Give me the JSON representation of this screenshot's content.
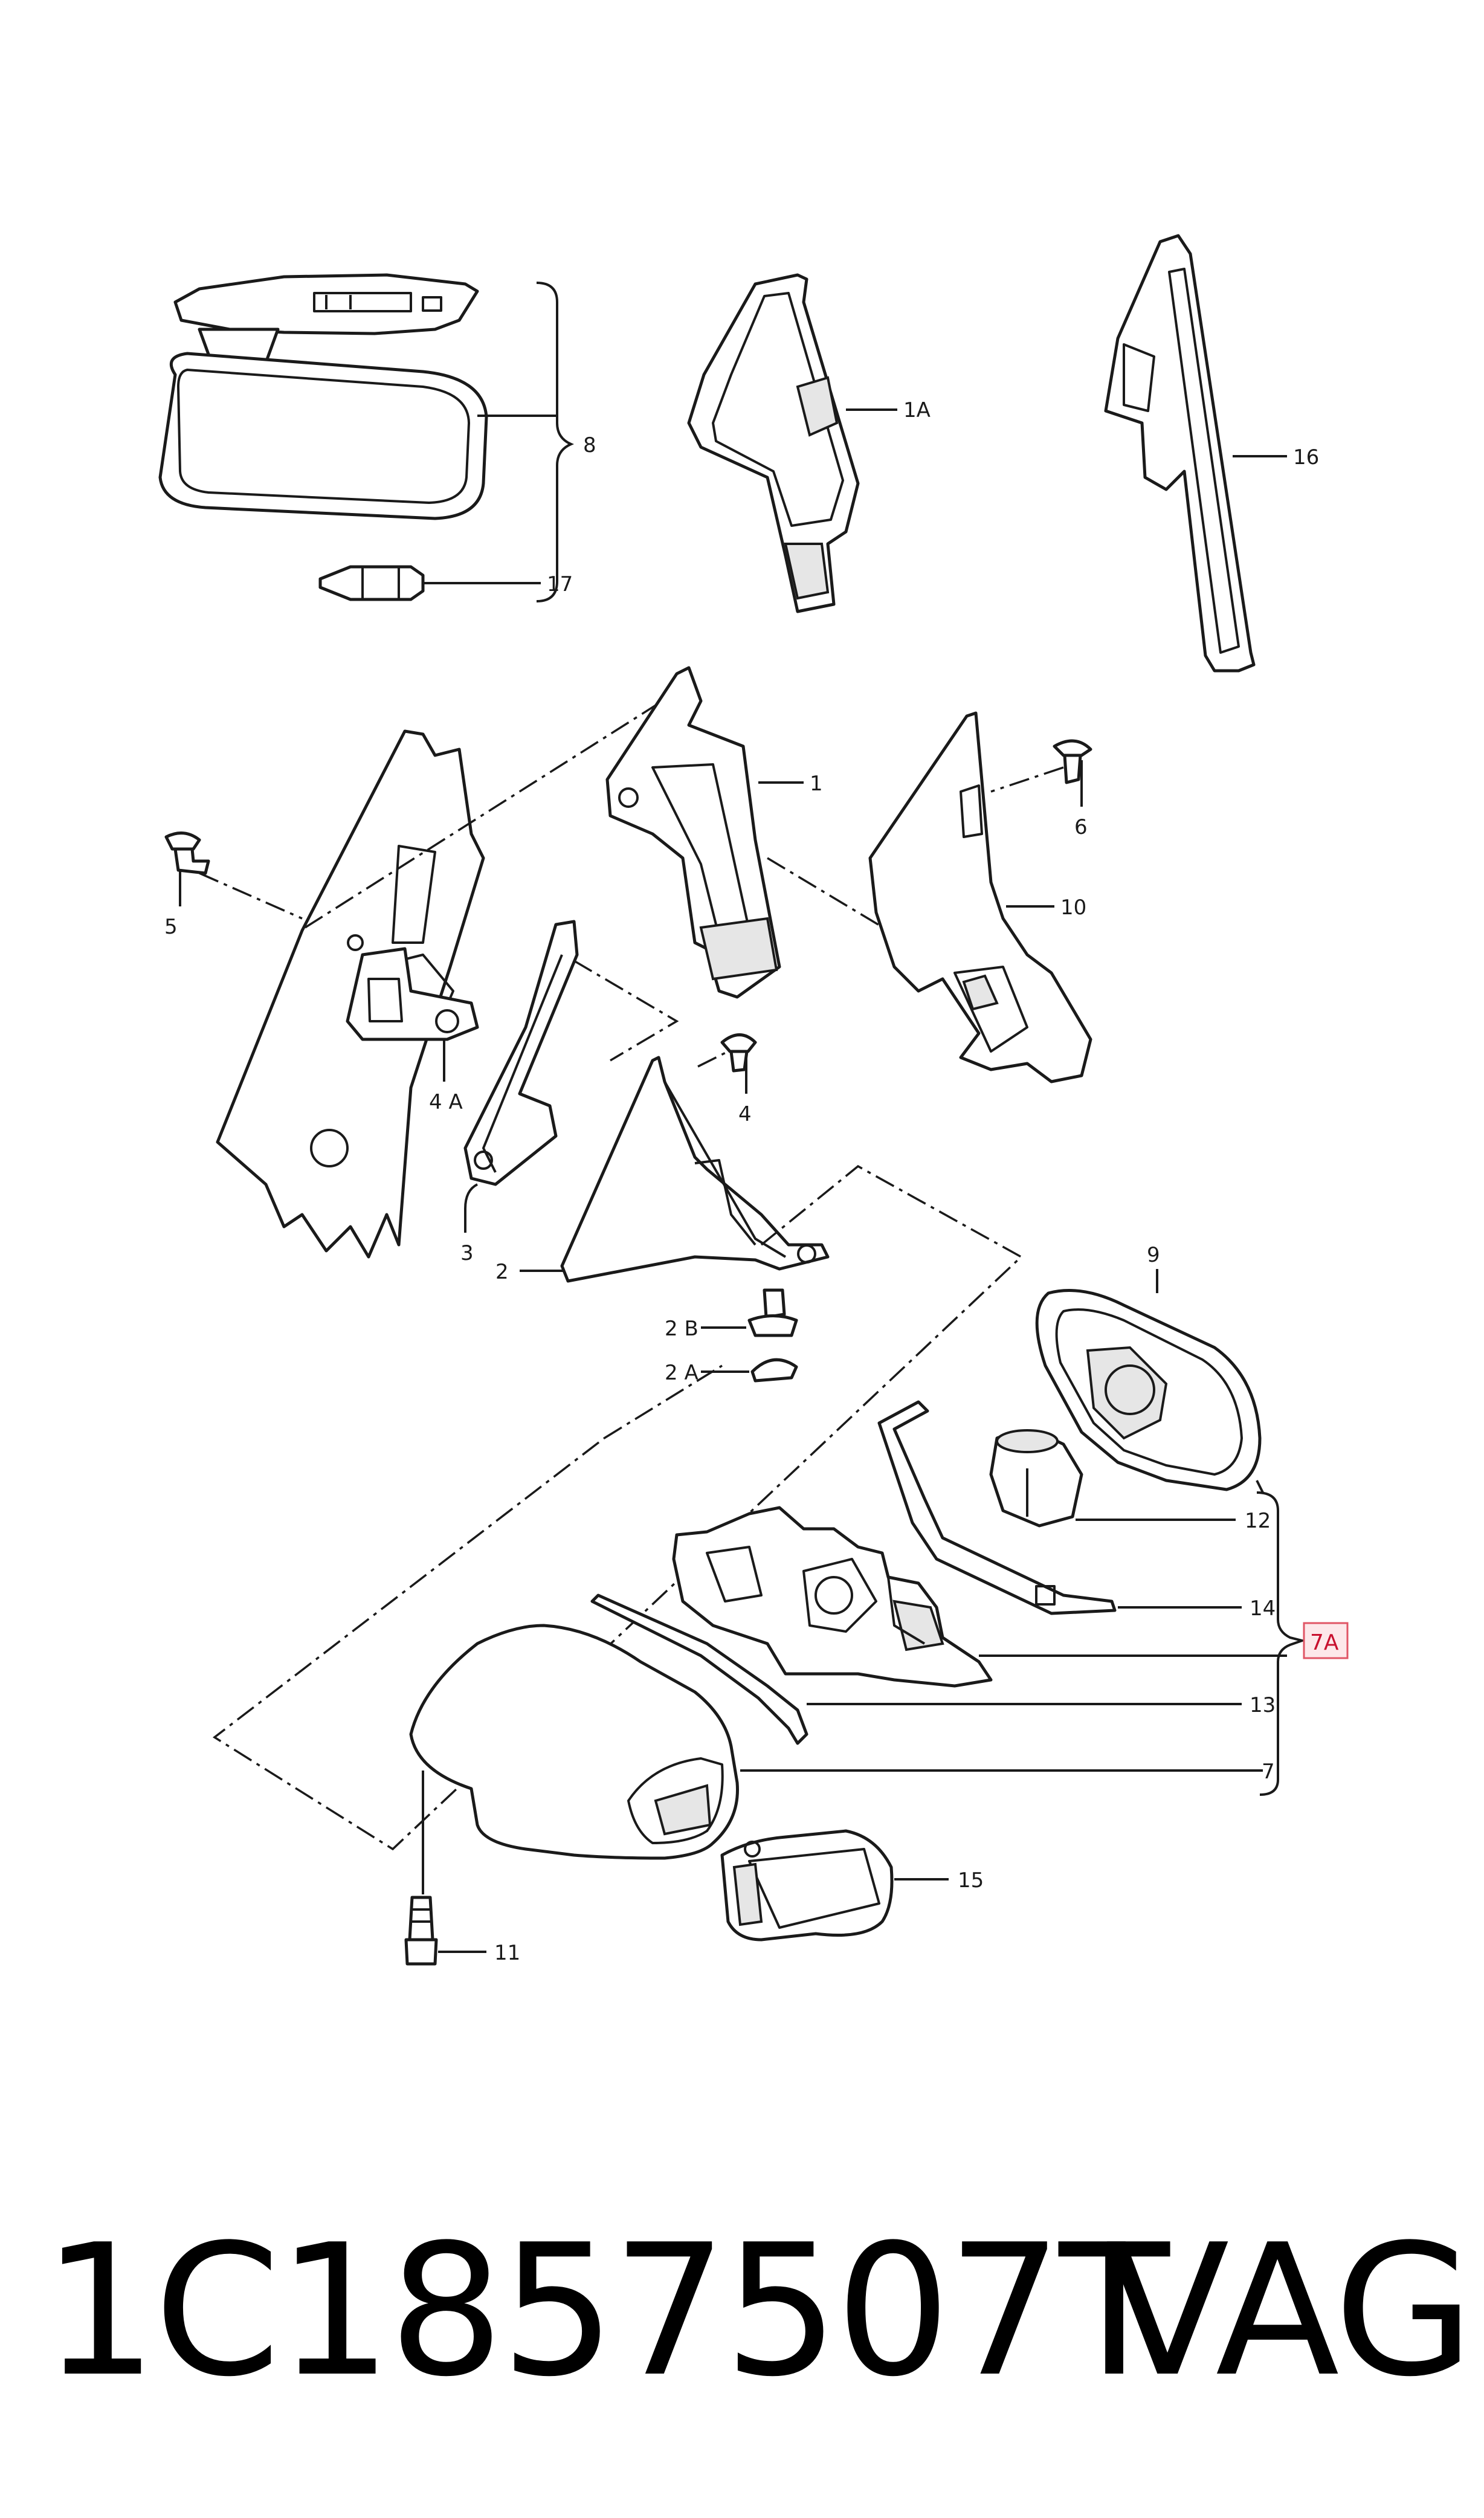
{
  "diagram": {
    "callouts": {
      "c8": "8",
      "c17": "17",
      "c1A": "1A",
      "c16": "16",
      "c1": "1",
      "c5": "5",
      "c6": "6",
      "c10": "10",
      "c4A": "4 A",
      "c4": "4",
      "c3": "3",
      "c2": "2",
      "c2B": "2 B",
      "c2A": "2 A",
      "c9": "9",
      "c12": "12",
      "c14": "14",
      "c7A": "7A",
      "c13": "13",
      "c7": "7",
      "c15": "15",
      "c11": "11"
    },
    "highlighted_callout": "7A",
    "highlight_color": "#e05565"
  },
  "footer": {
    "part_number": "1C1857507T",
    "brand": "VAG"
  }
}
